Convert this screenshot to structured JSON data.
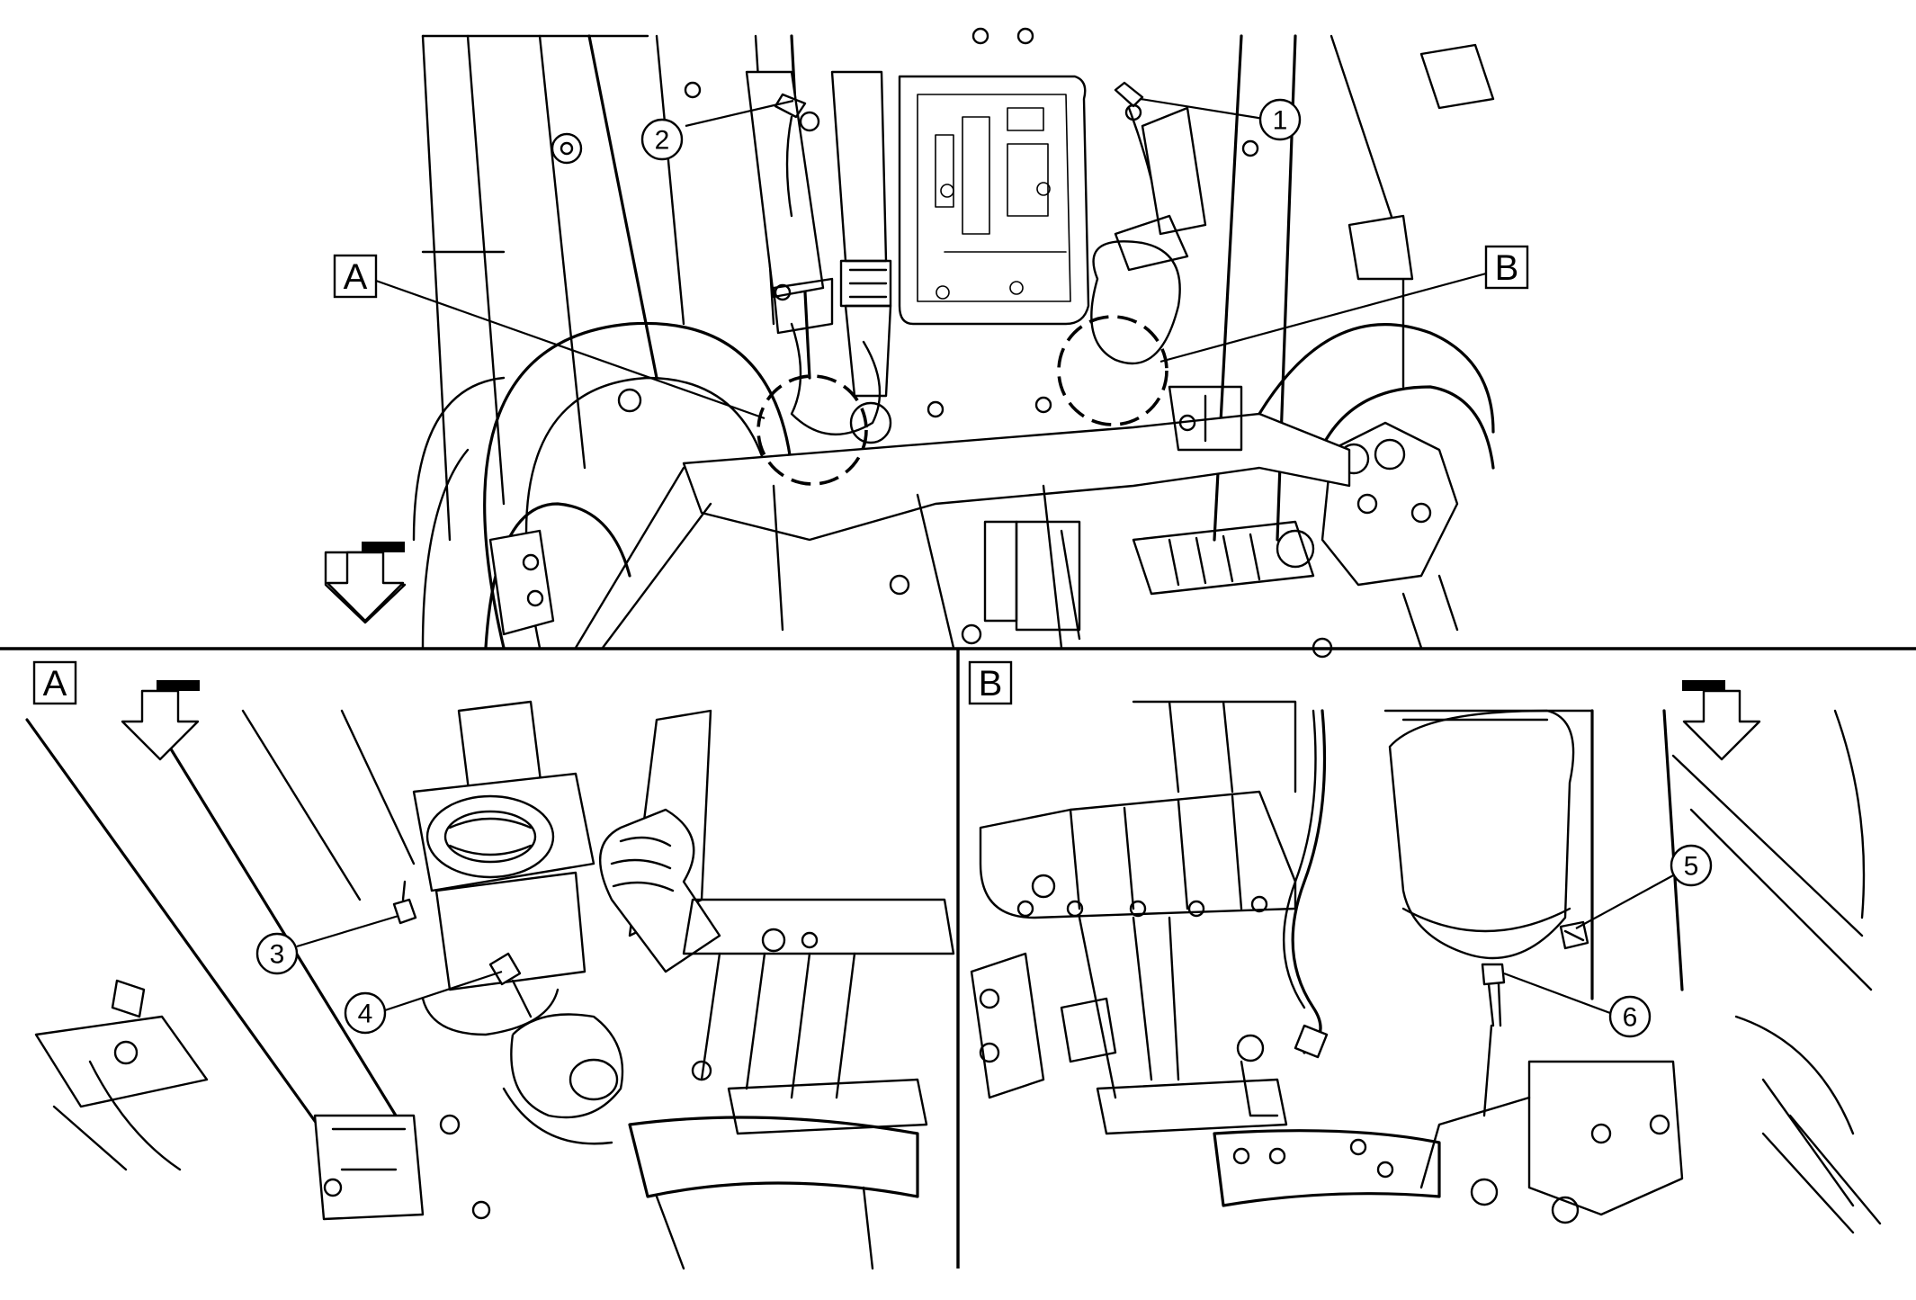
{
  "labels": {
    "callouts": [
      "1",
      "2",
      "3",
      "4",
      "5",
      "6"
    ],
    "detail_a": "A",
    "detail_b": "B",
    "inset_a": "A",
    "inset_b": "B"
  },
  "direction_arrow": "front-arrow-icon"
}
